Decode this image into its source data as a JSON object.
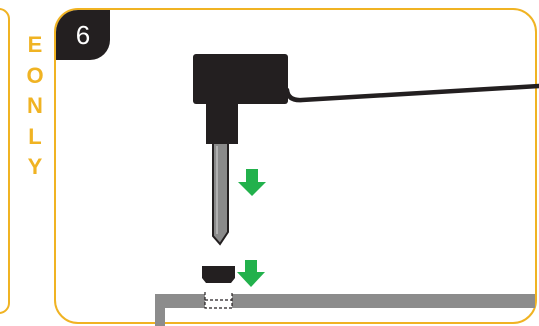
{
  "side_label": {
    "letters": [
      "E",
      "O",
      "N",
      "L",
      "Y"
    ]
  },
  "step": {
    "number": "6"
  },
  "colors": {
    "accent": "#f0b323",
    "badge": "#231f20",
    "arrow": "#22b14c",
    "device": "#231f20",
    "needle": "#8a8a8a",
    "surface": "#8c8c8c"
  },
  "icons": [
    "arrow-down-icon",
    "arrow-down-icon"
  ]
}
